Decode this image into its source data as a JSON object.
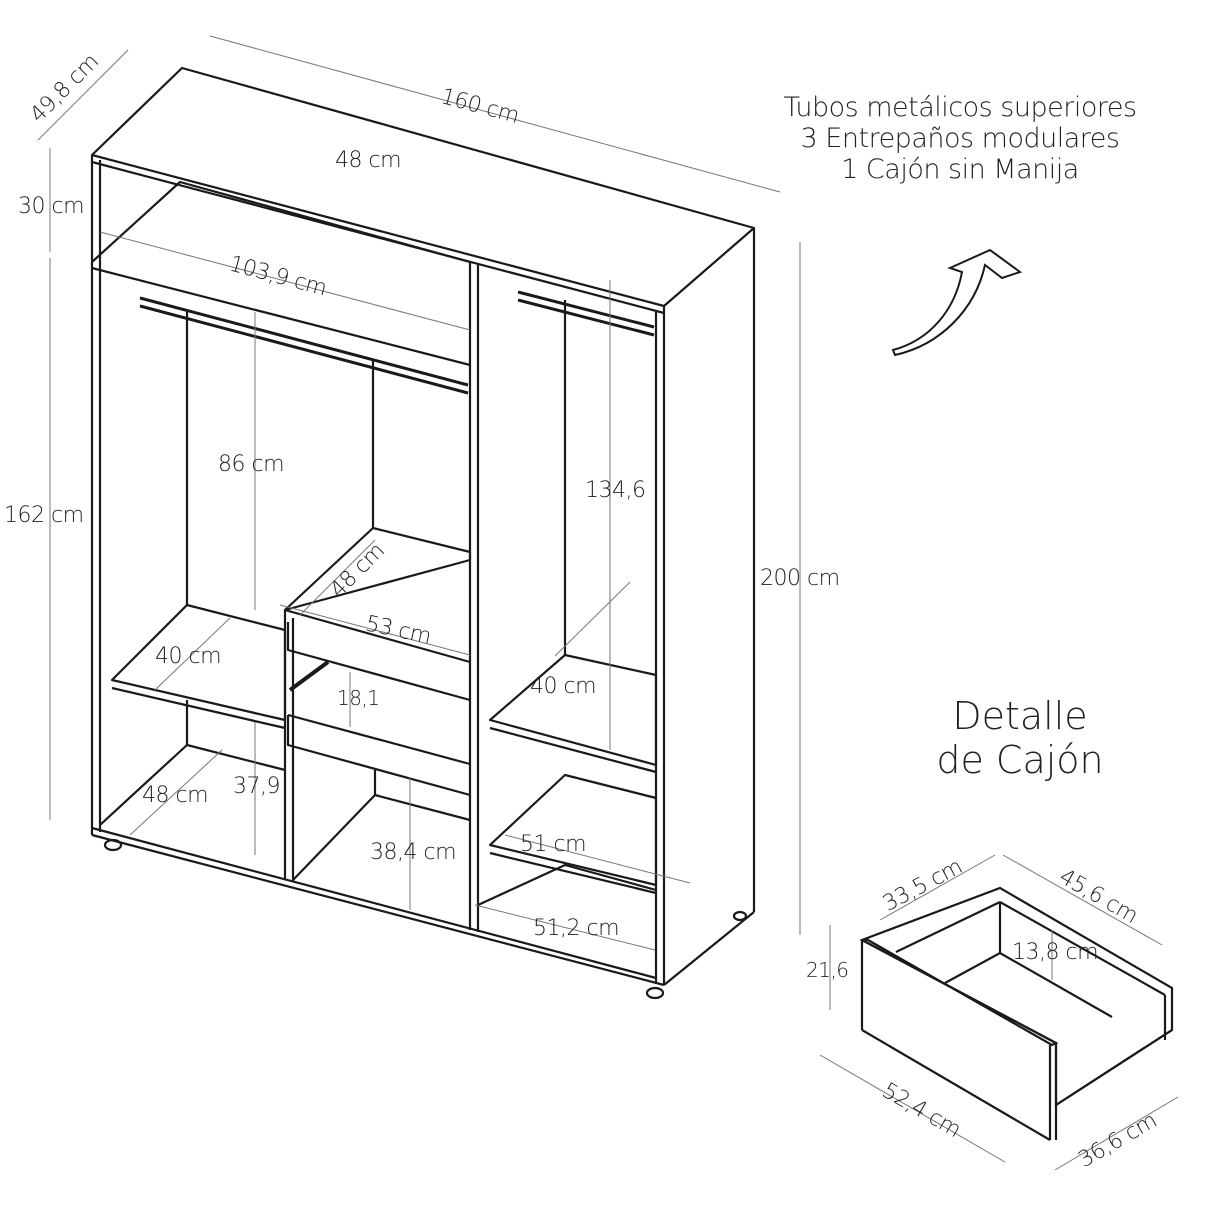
{
  "features": {
    "line1": "Tubos metálicos superiores",
    "line2": "3 Entrepaños modulares",
    "line3": "1 Cajón sin Manija"
  },
  "drawer_title": {
    "line1": "Detalle",
    "line2": "de Cajón"
  },
  "wardrobe_dimensions": {
    "depth_total": "49,8 cm",
    "width_total": "160 cm",
    "top_depth": "48 cm",
    "top_compartment_height": "30 cm",
    "left_section_width": "103,9 cm",
    "body_height": "162 cm",
    "total_height": "200 cm",
    "hanging_height_left": "86 cm",
    "hanging_height_right": "134,6",
    "center_depth": "48 cm",
    "center_width": "53 cm",
    "drawer_opening": "18,1",
    "left_shelf_depth": "40 cm",
    "right_shelf_depth": "40 cm",
    "left_bottom_depth": "48 cm",
    "left_bottom_height": "37,9",
    "center_bottom_height": "38,4 cm",
    "right_shelf_width": "51 cm",
    "right_bottom_width": "51,2 cm"
  },
  "drawer_dimensions": {
    "back_width": "33,5 cm",
    "side_depth": "45,6 cm",
    "inner_height": "13,8 cm",
    "front_height": "21,6",
    "front_width": "52,4 cm",
    "front_depth": "36,6 cm"
  },
  "colors": {
    "line": "#1a1a1a",
    "dim_line": "#777777",
    "background": "#ffffff"
  }
}
